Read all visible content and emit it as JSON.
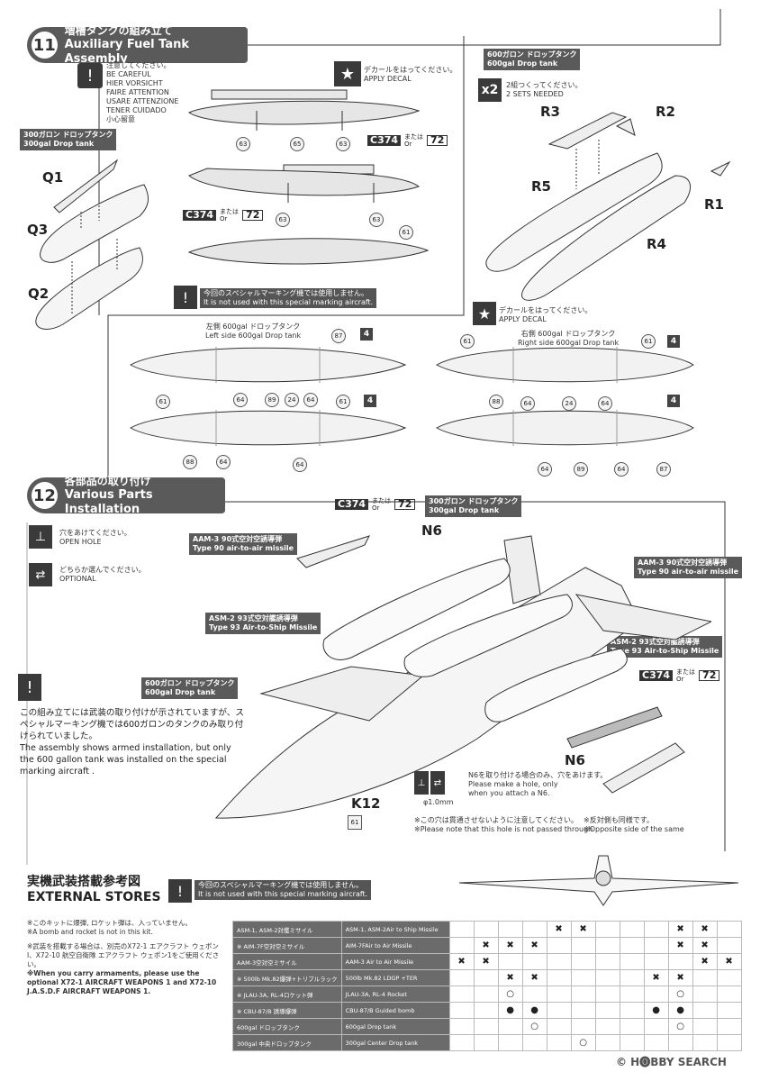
{
  "step11": {
    "num": "11",
    "jp": "増槽タンクの組み立て",
    "en": "Auxiliary Fuel Tank Assembly"
  },
  "caution": {
    "lines": [
      "注意してください。",
      "BE CAREFUL",
      "HIER VORSICHT",
      "FAIRE ATTENTION",
      "USARE ATTENZIONE",
      "TENER CUIDADO",
      "小心留意"
    ]
  },
  "tank300": {
    "jp": "300ガロン ドロップタンク",
    "en": "300gal Drop tank"
  },
  "apply_decal": {
    "jp": "デカールをはってください。",
    "en": "APPLY DECAL"
  },
  "tank600": {
    "jp": "600ガロン ドロップタンク",
    "en": "600gal Drop tank"
  },
  "sets": {
    "mult": "x2",
    "jp": "2組つくってください。",
    "en": "2 SETS NEEDED"
  },
  "decal_ref": {
    "code": "C374",
    "jp": "または",
    "or": "Or",
    "num": "72"
  },
  "parts": {
    "q1": "Q1",
    "q3": "Q3",
    "q2": "Q2",
    "r1": "R1",
    "r2": "R2",
    "r3": "R3",
    "r4": "R4",
    "r5": "R5",
    "n6": "N6",
    "k12": "K12"
  },
  "decal_nums": {
    "d63": "63",
    "d65": "65",
    "d61": "61",
    "d64": "64",
    "d89": "89",
    "d24": "24",
    "d87": "87",
    "d88": "88",
    "d4": "4"
  },
  "not_used": {
    "jp": "今回のスペシャルマーキング機では使用しません。",
    "en": "It is not used with this special marking aircraft."
  },
  "left_tank": {
    "jp": "左側 600gal ドロップタンク",
    "en": "Left side 600gal Drop tank"
  },
  "right_tank": {
    "jp": "右側 600gal ドロップタンク",
    "en": "Right side 600gal Drop tank"
  },
  "step12": {
    "num": "12",
    "jp": "各部品の取り付け",
    "en": "Various Parts Installation"
  },
  "open_hole": {
    "jp": "穴をあけてください。",
    "en": "OPEN HOLE"
  },
  "optional": {
    "jp": "どちらか選んでください。",
    "en": "OPTIONAL"
  },
  "aam3": {
    "jp": "AAM-3 90式空対空誘導弾",
    "en": "Type 90 air-to-air missile"
  },
  "asm2": {
    "jp": "ASM-2 93式空対艦誘導弾",
    "en": "Type 93 Air-to-Ship Missile"
  },
  "note12": {
    "jp": "この組み立てには武装の取り付けが示されていますが、スペシャルマーキング機では600ガロンのタンクのみ取り付けられていました。",
    "en": "The assembly shows armed installation, but only the 600 gallon tank was installed on the special marking aircraft ."
  },
  "n6_note": {
    "jp": "N6を取り付ける場合のみ、穴をあけます。",
    "en1": "Please make a hole, only",
    "en2": "when you attach a N6.",
    "dia": "φ1.0mm"
  },
  "hole_note": {
    "jp": "※この穴は貫通させないように注意してください。",
    "en": "※Please note that this hole is not passed through"
  },
  "opposite": {
    "jp": "※反対側も同様です。",
    "en": "※Opposite side of the same"
  },
  "ext": {
    "jp": "実機武装搭載参考図",
    "en": "EXTERNAL STORES"
  },
  "ext_notes": [
    "※このキットに爆弾, ロケット弾は、入っていません。",
    "※A bomb and rocket is not in this kit.",
    "※武装を搭載する場合は、別売のX72-1 エアクラフト ウェポンI、X72-10 航空自衛隊 エアクラフト ウェポン1をご使用ください。",
    "※When you carry armaments, please use the optional X72-1 AIRCRAFT WEAPONS 1 and X72-10 J.A.S.D.F AIRCRAFT WEAPONS 1."
  ],
  "stores": [
    {
      "jp": "ASM-1, ASM-2対艦ミサイル",
      "en": "ASM-1, ASM-2Air to Ship Missile",
      "marks": [
        "",
        "",
        "",
        "",
        "✖",
        "✖",
        "",
        "",
        "",
        "✖",
        "✖",
        ""
      ]
    },
    {
      "jp": "※ AIM-7F空対空ミサイル",
      "en": "AIM-7FAir to Air Missile",
      "marks": [
        "",
        "✖",
        "✖",
        "✖",
        "",
        "",
        "",
        "",
        "",
        "✖",
        "✖",
        ""
      ]
    },
    {
      "jp": "AAM-3空対空ミサイル",
      "en": "AAM-3 Air to Air Missile",
      "marks": [
        "✖",
        "✖",
        "",
        "",
        "",
        "",
        "",
        "",
        "",
        "",
        "✖",
        "✖"
      ]
    },
    {
      "jp": "※ 500lb Mk.82爆弾+トリプルラック",
      "en": "500lb Mk.82 LDGP +TER",
      "marks": [
        "",
        "",
        "✖",
        "✖",
        "",
        "",
        "",
        "",
        "✖",
        "✖",
        "",
        ""
      ]
    },
    {
      "jp": "※ JLAU-3A, RL-4ロケット弾",
      "en": "JLAU-3A, RL-4 Rocket",
      "marks": [
        "",
        "",
        "○",
        "",
        "",
        "",
        "",
        "",
        "",
        "○",
        "",
        ""
      ]
    },
    {
      "jp": "※ CBU-87/B 誘導爆弾",
      "en": "CBU-87/B Guided bomb",
      "marks": [
        "",
        "",
        "●",
        "●",
        "",
        "",
        "",
        "",
        "●",
        "●",
        "",
        ""
      ]
    },
    {
      "jp": "600gal ドロップタンク",
      "en": "600gal Drop tank",
      "marks": [
        "",
        "",
        "",
        "○",
        "",
        "",
        "",
        "",
        "",
        "○",
        "",
        ""
      ]
    },
    {
      "jp": "300gal 中央ドロップタンク",
      "en": "300gal Center Drop tank",
      "marks": [
        "",
        "",
        "",
        "",
        "",
        "○",
        "",
        "",
        "",
        "",
        "",
        ""
      ]
    }
  ],
  "watermark": "© H🅞BBY SEARCH"
}
